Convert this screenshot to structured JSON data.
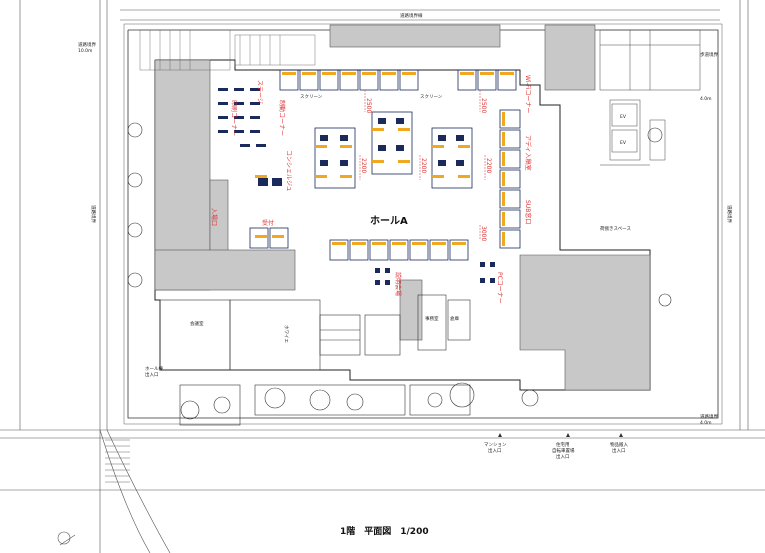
{
  "title": "1階　平面図　1/200",
  "hall_label": "ホールA",
  "red_labels": {
    "stage_left": "ステージ",
    "screen_left": "スクリーン",
    "screen_right": "スクリーン",
    "brainstorm": "制動コーナー",
    "consult_corner": "コンシェルジュ",
    "reception": "受付",
    "guide_left": "入場口",
    "printer_area": "印刷コーナー",
    "right_corner": "Wi-Fiコーナー",
    "apple_store": "アディ入稿室",
    "info_desk": "SUB窓口",
    "pc_corner": "PCコーナー",
    "media": "説明会場"
  },
  "dimensions": {
    "d2500a": "2500",
    "d2500b": "2500",
    "d2200a": "2200",
    "d2200b": "2200",
    "d2200c": "2200",
    "d3000": "3000"
  },
  "small_labels": {
    "top_left_1": "道路境界",
    "top_left_2": "10.0m",
    "top_right_1": "歩道境界",
    "top_right_2": "4.0m",
    "left_mid": "道路境界",
    "right_mid": "道路境界",
    "bl_entrance": "ホール棟",
    "bl_entrance2": "出入口",
    "right_bottom_1": "道路境界",
    "right_bottom_2": "4.0m",
    "gate1": "マンション",
    "gate1b": "出入口",
    "gate2": "住宅用",
    "gate2b": "自転車置場",
    "gate2c": "出入口",
    "gate3": "物品搬入",
    "gate3b": "出入口",
    "ev1": "EV",
    "ev2": "EV",
    "room1": "会議室",
    "room2": "ホワイエ",
    "room3": "事務室",
    "room4": "倉庫",
    "room5": "荷捌きスペース",
    "top_center": "道路境界線"
  }
}
